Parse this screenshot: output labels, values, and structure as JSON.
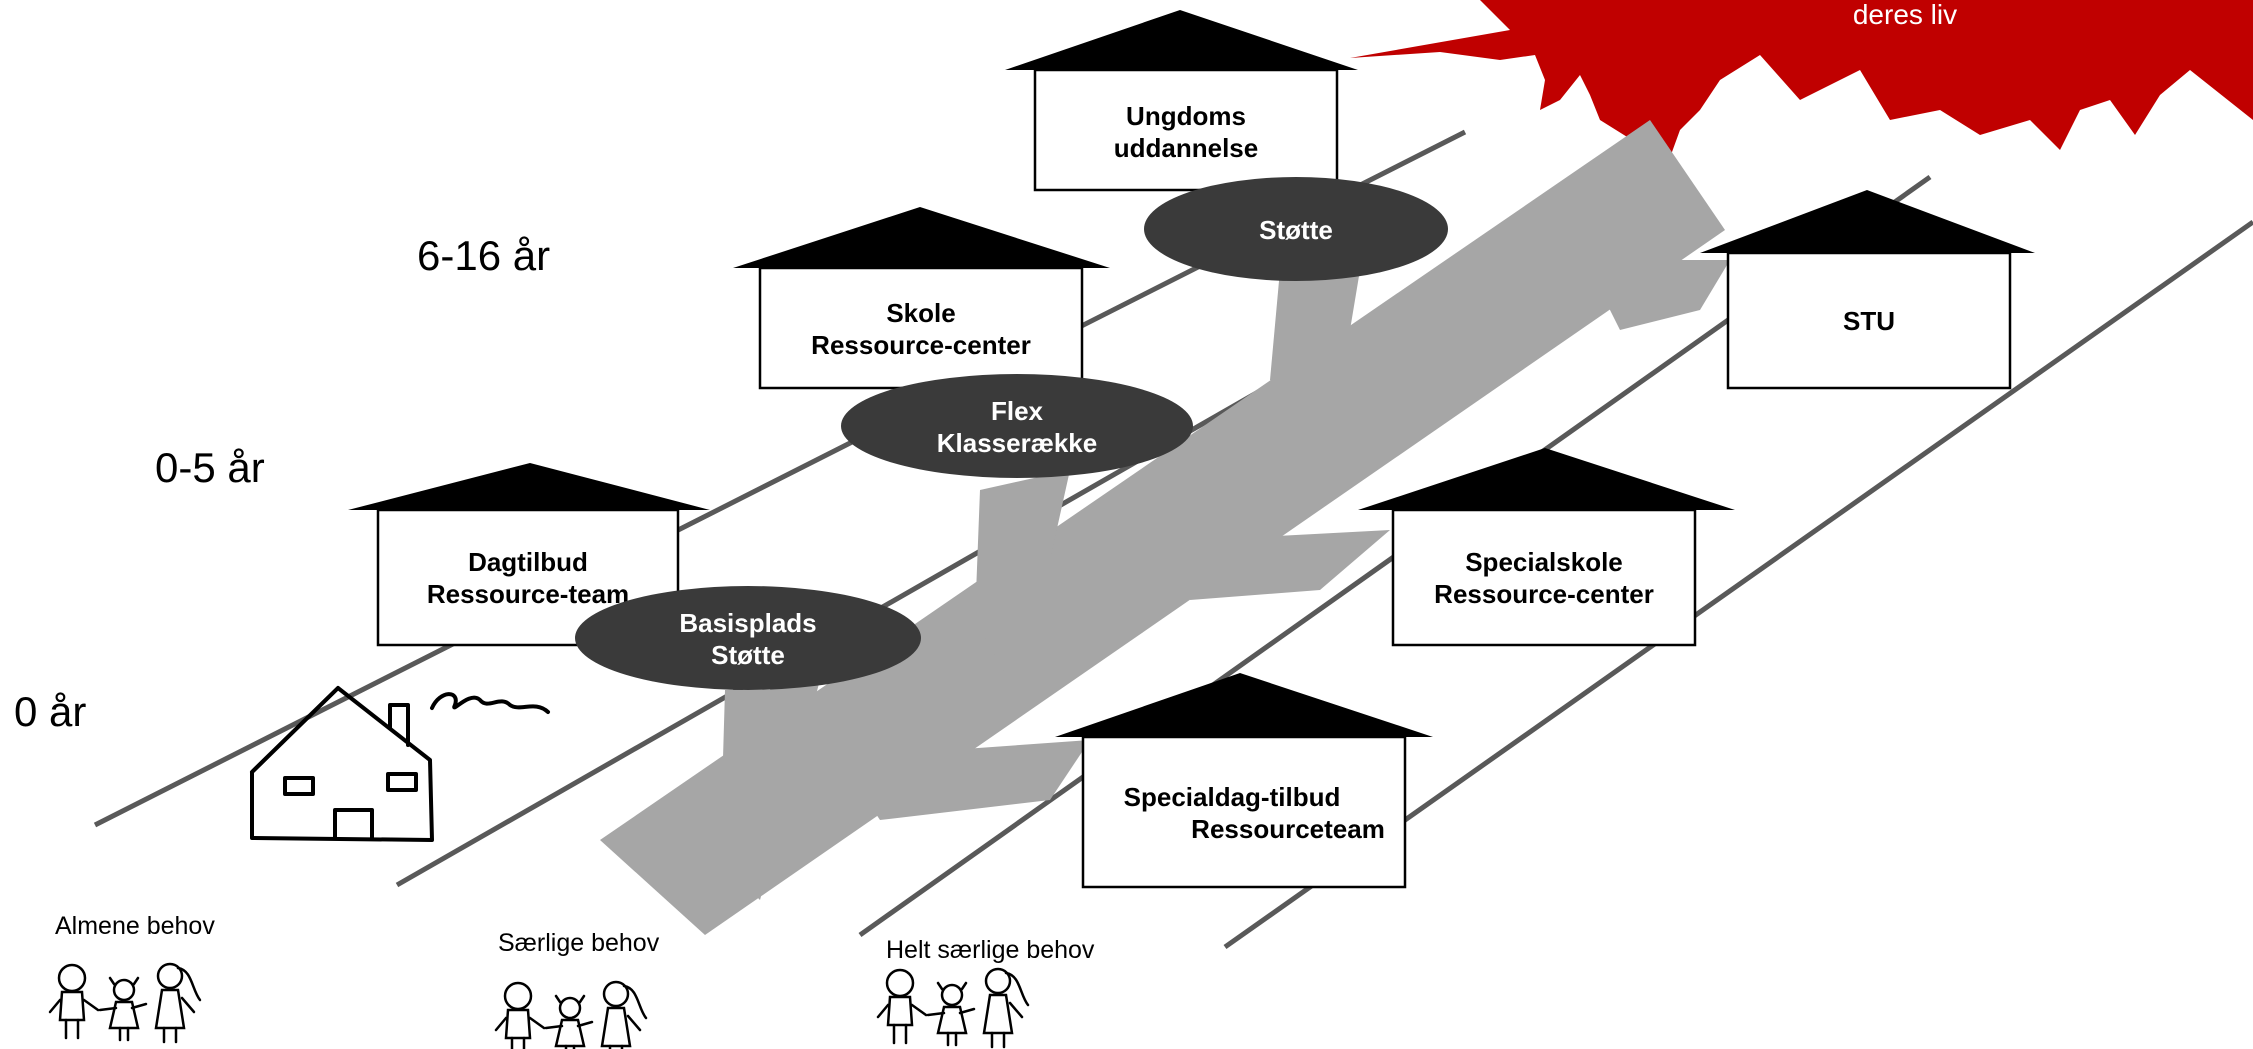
{
  "age_labels": {
    "age_0": "0 år",
    "age_0_5": "0-5 år",
    "age_6_16": "6-16 år"
  },
  "houses": {
    "dagtilbud": [
      "Dagtilbud",
      "Ressource-team"
    ],
    "skole": [
      "Skole",
      "Ressource-center"
    ],
    "ungdoms": [
      "Ungdoms",
      "uddannelse"
    ],
    "stu": [
      "STU"
    ],
    "specialskole": [
      "Specialskole",
      "Ressource-center"
    ],
    "specialdag": [
      "Specialdag-tilbud",
      "Ressourceteam"
    ]
  },
  "ovals": {
    "basisplads": [
      "Basisplads",
      "Støtte"
    ],
    "flex": [
      "Flex",
      "Klasserække"
    ],
    "stotte": [
      "Støtte"
    ]
  },
  "needs": {
    "almene": "Almene behov",
    "saerlige": "Særlige behov",
    "helt_saerlige": "Helt særlige behov"
  },
  "star_text": "deres liv",
  "colors": {
    "star_red": "#c00000",
    "road_gray": "#a6a6a6",
    "oval_dark": "#3a3a3a",
    "line_gray": "#595959",
    "roof_black": "#000000"
  },
  "icons": {
    "home_sketch": "home-sketch-icon",
    "children": "children-holding-hands-icon"
  }
}
